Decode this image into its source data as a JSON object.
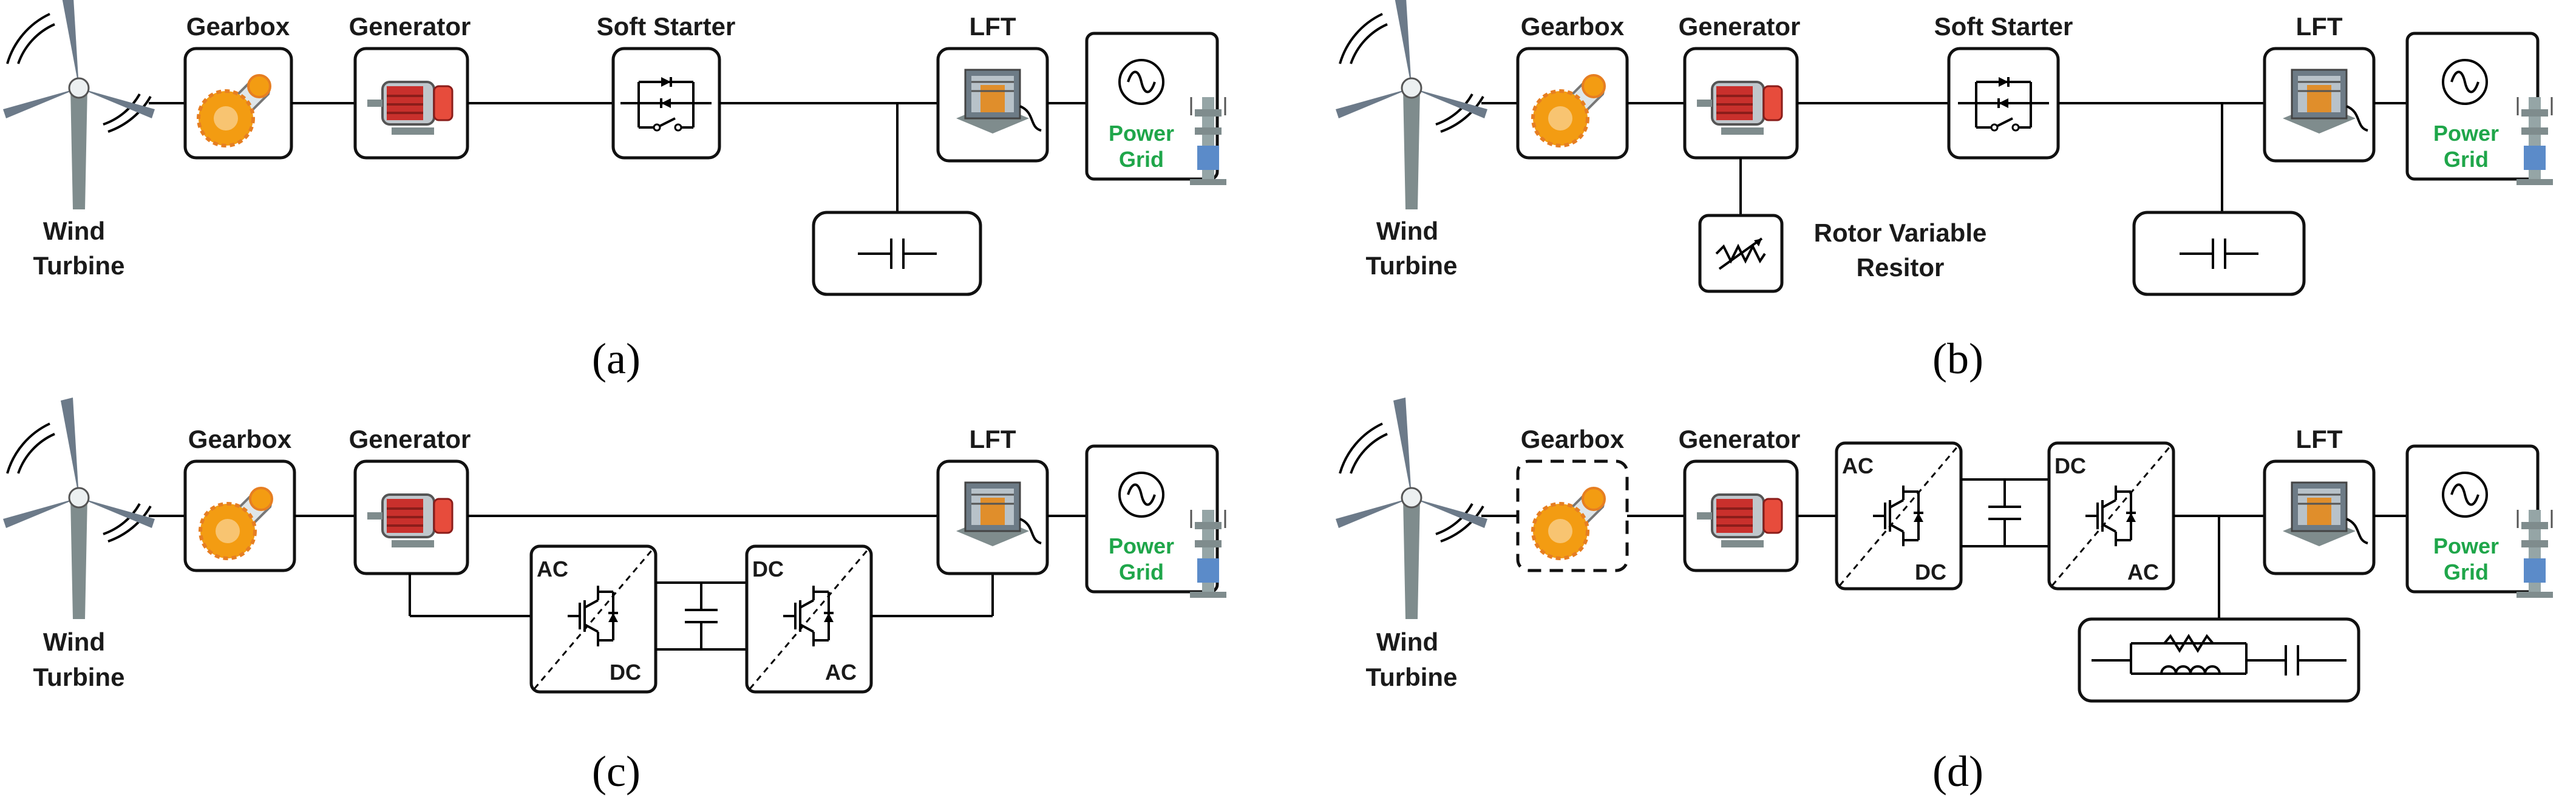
{
  "panels": [
    {
      "caption": "(a)",
      "wind_turbine": [
        "Wind",
        "Turbine"
      ],
      "gearbox": "Gearbox",
      "generator": "Generator",
      "soft_starter": "Soft Starter",
      "lft": "LFT",
      "power_grid": [
        "Power",
        "Grid"
      ]
    },
    {
      "caption": "(b)",
      "wind_turbine": [
        "Wind",
        "Turbine"
      ],
      "gearbox": "Gearbox",
      "generator": "Generator",
      "soft_starter": "Soft Starter",
      "rotor_resistor": [
        "Rotor Variable",
        "Resitor"
      ],
      "lft": "LFT",
      "power_grid": [
        "Power",
        "Grid"
      ]
    },
    {
      "caption": "(c)",
      "wind_turbine": [
        "Wind",
        "Turbine"
      ],
      "gearbox": "Gearbox",
      "generator": "Generator",
      "converter_1": [
        "AC",
        "DC"
      ],
      "converter_2": [
        "DC",
        "AC"
      ],
      "lft": "LFT",
      "power_grid": [
        "Power",
        "Grid"
      ]
    },
    {
      "caption": "(d)",
      "wind_turbine": [
        "Wind",
        "Turbine"
      ],
      "gearbox": "Gearbox",
      "generator": "Generator",
      "converter_1": [
        "AC",
        "DC"
      ],
      "converter_2": [
        "DC",
        "AC"
      ],
      "lft": "LFT",
      "power_grid": [
        "Power",
        "Grid"
      ]
    }
  ],
  "colors": {
    "grid_text": "#1fa64a",
    "motor_body": "#c9302c",
    "gear": "#f39c12"
  }
}
